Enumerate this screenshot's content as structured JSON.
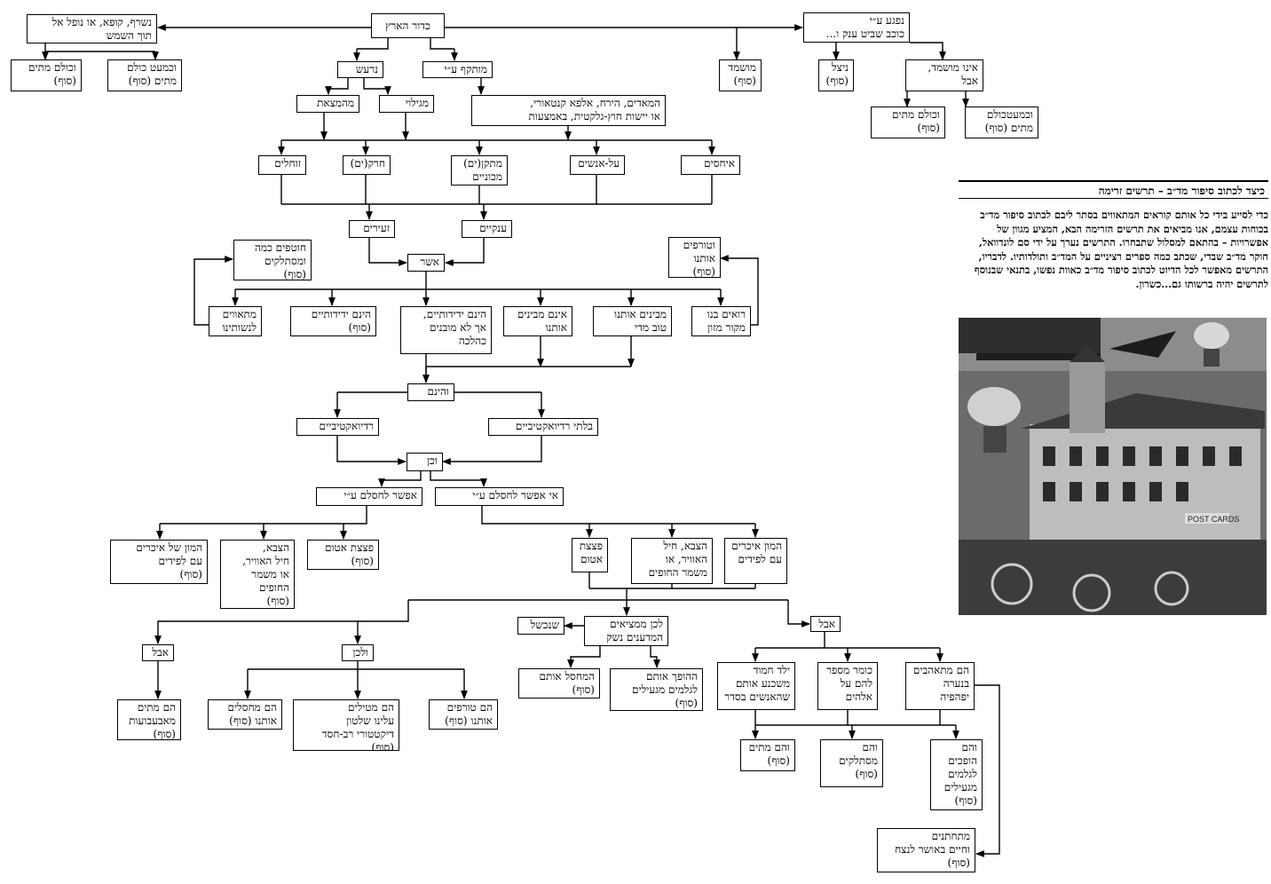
{
  "sidebar": {
    "heading": "כיצד לכתוב סיפור מד״ב – תרשים זרימה",
    "body": "כדי לסייע בידי כל אותם קוראים המתאווים בסתר ליבם לכתוב סיפור מד״ב בכוחות עצמם, אנו מביאים את תרשים הזרימה הבא, המציע מגוון של אפשרויות – בהתאם למסלול שתבחרו. התרשים נערך על ידי סם לונדוואל, חוקר מד״ב שבדי, שכתב כמה ספרים רציניים על המד״ב ותולדותיו. לדבריו, התרשים מאפשר לכל הדיוט לכתוב סיפור מד״ב כאוות נפשו, בתנאי שבנוסף לתרשים יהיה ברשותו גם...כשרון.",
    "photo_sign": "POST CARDS"
  },
  "nodes": {
    "n_earth": "כדור הארץ",
    "n_burn": "נשרף, קופא, או נופל אל\nתוך השמש",
    "n_allDie": "וכולם מתים\n(סוף)",
    "n_almostAll": "וכמעט כולם\nמתים (סוף)",
    "n_comet": "נפגע ע״י\nכוכב שביט ענק ו...",
    "n_destroyed": "מושמד\n(סוף)",
    "n_saved": "ניצל\n(סוף)",
    "n_notDestroyed": "אינו מושמד,\nאבל",
    "n_allDie2": "וכולם מתים\n(סוף)",
    "n_almostAll2": "וכמעטכולם\nמתים (סוף)",
    "n_shaken": "נרעש",
    "n_attacked": "מותקף ע״י",
    "n_discoverer": "מגילוי",
    "n_invention": "מהמצאת",
    "n_aliens": "המאדים, הירח, אלפא קנטאורי,\nאו יישות חוץ-גלקטית, באמצעות",
    "n_crawlers": "זוחלים",
    "n_bugs": "חרק(ים)",
    "n_machines": "מתקן(ים)\nמכוניים",
    "n_supermen": "על-אנשים",
    "n_blobs": "איחסים",
    "n_tiny": "זעירים",
    "n_giant": "ענקיים",
    "n_asher": "אשר",
    "n_kidnap": "חוטפים כמה\nומסתלקים\n(סוף)",
    "n_eatThem": "וטורפים\nאותנו\n(סוף)",
    "n_wantWomen": "מתאווים\nלנשותינו",
    "n_friendly": "הינם ידידותיים\n(סוף)",
    "n_friendlyMisund": "הינם ידידותיים,\nאך לא מובנים\nכהלכה",
    "n_notUnderstand": "אינם מבינים\nאותנו",
    "n_understand": "מבינים אותנו\nטוב מדי",
    "n_food": "רואים בנו\nמקור מזון",
    "n_vehinam": "והינם",
    "n_radio": "רדיואקטיביים",
    "n_nonRadio": "בלתי רדיואקטיביים",
    "n_vechen": "וכן",
    "n_canKill": "אפשר לחסלם ע״י",
    "n_cantKill": "אי אפשר לחסלם ע״י",
    "n_elephants": "המון של איכרים\nעם לפידים\n(סוף)",
    "n_armyEnd": "הצבא,\nחיל האוויר,\nאו משמר\nהחופים\n(סוף)",
    "n_atomEnd": "פצצת אטום\n(סוף)",
    "n_atom2": "פצצת\nאטום",
    "n_army2": "הצבא, חיל\nהאוויר, או\nמשמר החופים",
    "n_peasants": "המון איכרים\nעם לפידים",
    "n_failed": "שנכשל",
    "n_scientists": "לכן ממציאים\nהמדענים נשק",
    "n_but1": "אבל",
    "n_but2": "אבל",
    "n_therefore": "ולכן",
    "n_dieGerms": "הם מתים\nמאבעבועות\n(סוף)",
    "n_destroyUs": "הם מחסלים\nאותנו (סוף)",
    "n_dictator": "הם מטילים\nעלינו שלטון\nדיקטטורי רב-חסד\n(סוף)",
    "n_devour": "הם טורפים\nאותנו (סוף)",
    "n_destroyThem": "המחסל אותם\n(סוף)",
    "n_turnsMonster": "ההופך אותם\nלגלמים מגעילים\n(סוף)",
    "n_child": "ילד חמוד\nמשכנע אותם\nשהאנשים בסדר",
    "n_priest": "כומר מספר\nלהם על\nאלהים",
    "n_fallLove": "הם מתאהבים\nבנערה\nיפהפיה",
    "n_theyDie": "והם מתים\n(סוף)",
    "n_theyLeave": "והם\nמסתלקים\n(סוף)",
    "n_theyMonsters": "והם\nהופכים\nלגלמים\nמגעילים\n(סוף)",
    "n_marry": "מתחתנים\nוחיים באושר לנצח\n(סוף)"
  }
}
